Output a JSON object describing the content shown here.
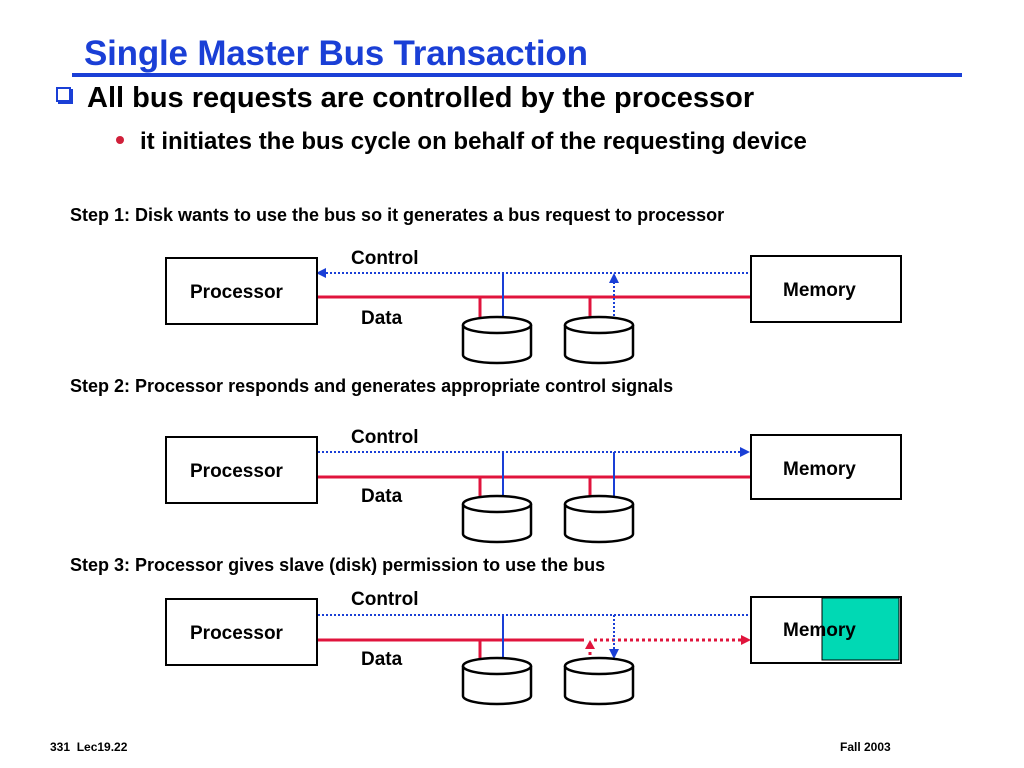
{
  "slide": {
    "title": "Single Master Bus Transaction",
    "bullet_main": "All bus requests are controlled by the processor",
    "bullet_sub": "it initiates the bus cycle on behalf of the requesting device"
  },
  "steps": [
    {
      "text": "Step 1: Disk wants to use the bus so it generates a bus request to processor",
      "processor": "Processor",
      "memory": "Memory",
      "control": "Control",
      "data": "Data"
    },
    {
      "text": "Step 2: Processor responds and generates appropriate control signals",
      "processor": "Processor",
      "memory": "Memory",
      "control": "Control",
      "data": "Data"
    },
    {
      "text": "Step 3: Processor gives slave (disk) permission to use the bus",
      "processor": "Processor",
      "memory": "Memory",
      "control": "Control",
      "data": "Data"
    }
  ],
  "footer": {
    "left": "331  Lec19.22",
    "right": "Fall 2003"
  },
  "colors": {
    "title": "#1a3fd6",
    "control_bus": "#1a3fd6",
    "data_bus": "#e0143c",
    "memory_highlight": "#00d9b4"
  }
}
